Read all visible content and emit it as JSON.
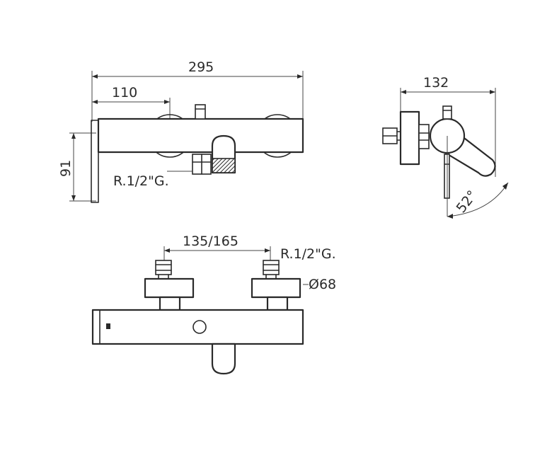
{
  "dimensions": {
    "overall_length": "295",
    "offset_length": "110",
    "body_height": "91",
    "side_depth": "132",
    "spout_angle": "52°",
    "centers": "135/165",
    "thread_side_view": "R.1/2\"G.",
    "thread_front_view": "R.1/2\"G.",
    "flange_diameter": "Ø68"
  },
  "colors": {
    "line": "#2a2a2a",
    "background": "#ffffff"
  }
}
